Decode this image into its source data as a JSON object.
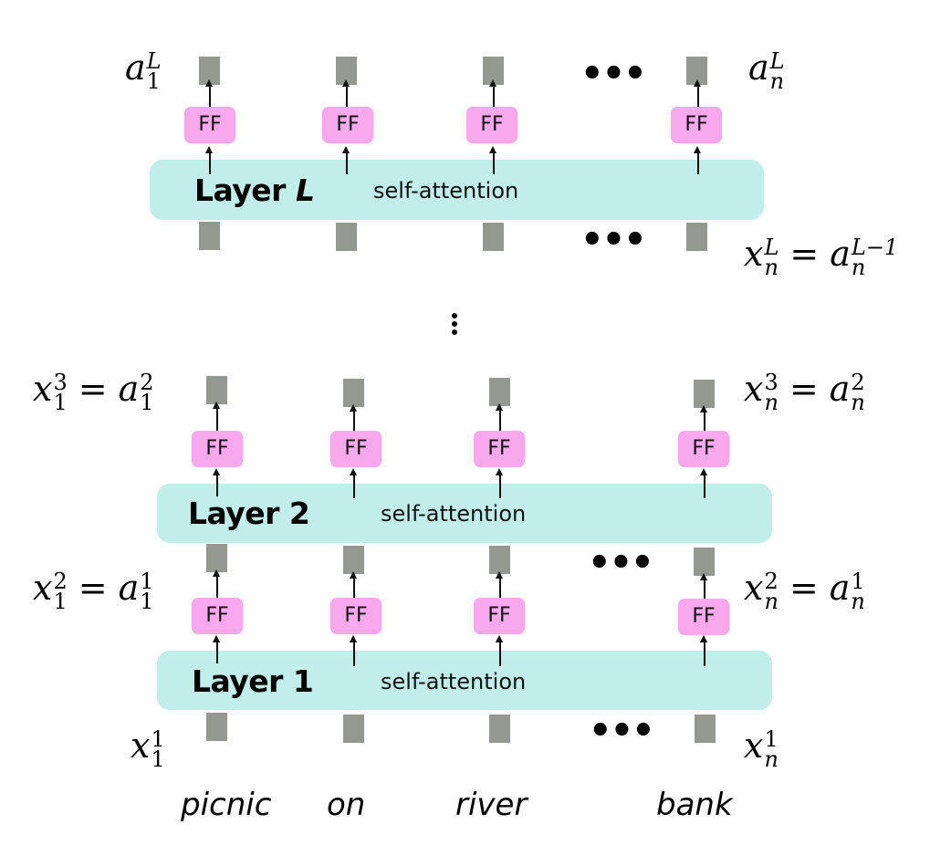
{
  "diagram": {
    "title": "Stacked transformer layers",
    "colors": {
      "layer_fill": "#c2eeea",
      "ff_fill": "#f9a8ee",
      "vector_fill": "#949890",
      "text": "#000000"
    },
    "ff_label": "FF",
    "self_attention_label": "self-attention",
    "horizontal_ellipsis": "•••",
    "layers": [
      {
        "id": "layer-L",
        "name": "Layer ",
        "name_italic": "L",
        "left_output_label": {
          "base": "a",
          "sup": "L",
          "sub": "1"
        },
        "right_output_label": {
          "base": "a",
          "sup": "L",
          "sub": "n"
        },
        "right_input_label": {
          "lhs": {
            "base": "x",
            "sup": "L",
            "sub": "n"
          },
          "eq": "=",
          "rhs": {
            "base": "a",
            "sup": "L−1",
            "sub": "n"
          }
        }
      },
      {
        "id": "layer-2",
        "name": "Layer 2",
        "name_italic": "",
        "left_output_label": {
          "lhs": {
            "base": "x",
            "sup": "3",
            "sub": "1"
          },
          "eq": "=",
          "rhs": {
            "base": "a",
            "sup": "2",
            "sub": "1"
          }
        },
        "right_output_label": {
          "lhs": {
            "base": "x",
            "sup": "3",
            "sub": "n"
          },
          "eq": "=",
          "rhs": {
            "base": "a",
            "sup": "2",
            "sub": "n"
          }
        }
      },
      {
        "id": "layer-1",
        "name": "Layer 1",
        "name_italic": "",
        "left_output_label": {
          "lhs": {
            "base": "x",
            "sup": "2",
            "sub": "1"
          },
          "eq": "=",
          "rhs": {
            "base": "a",
            "sup": "1",
            "sub": "1"
          }
        },
        "right_output_label": {
          "lhs": {
            "base": "x",
            "sup": "2",
            "sub": "n"
          },
          "eq": "=",
          "rhs": {
            "base": "a",
            "sup": "1",
            "sub": "n"
          }
        },
        "left_input_label": {
          "base": "x",
          "sup": "1",
          "sub": "1"
        },
        "right_input_label": {
          "base": "x",
          "sup": "1",
          "sub": "n"
        }
      }
    ],
    "tokens": [
      "picnic",
      "on",
      "river",
      "bank"
    ]
  }
}
